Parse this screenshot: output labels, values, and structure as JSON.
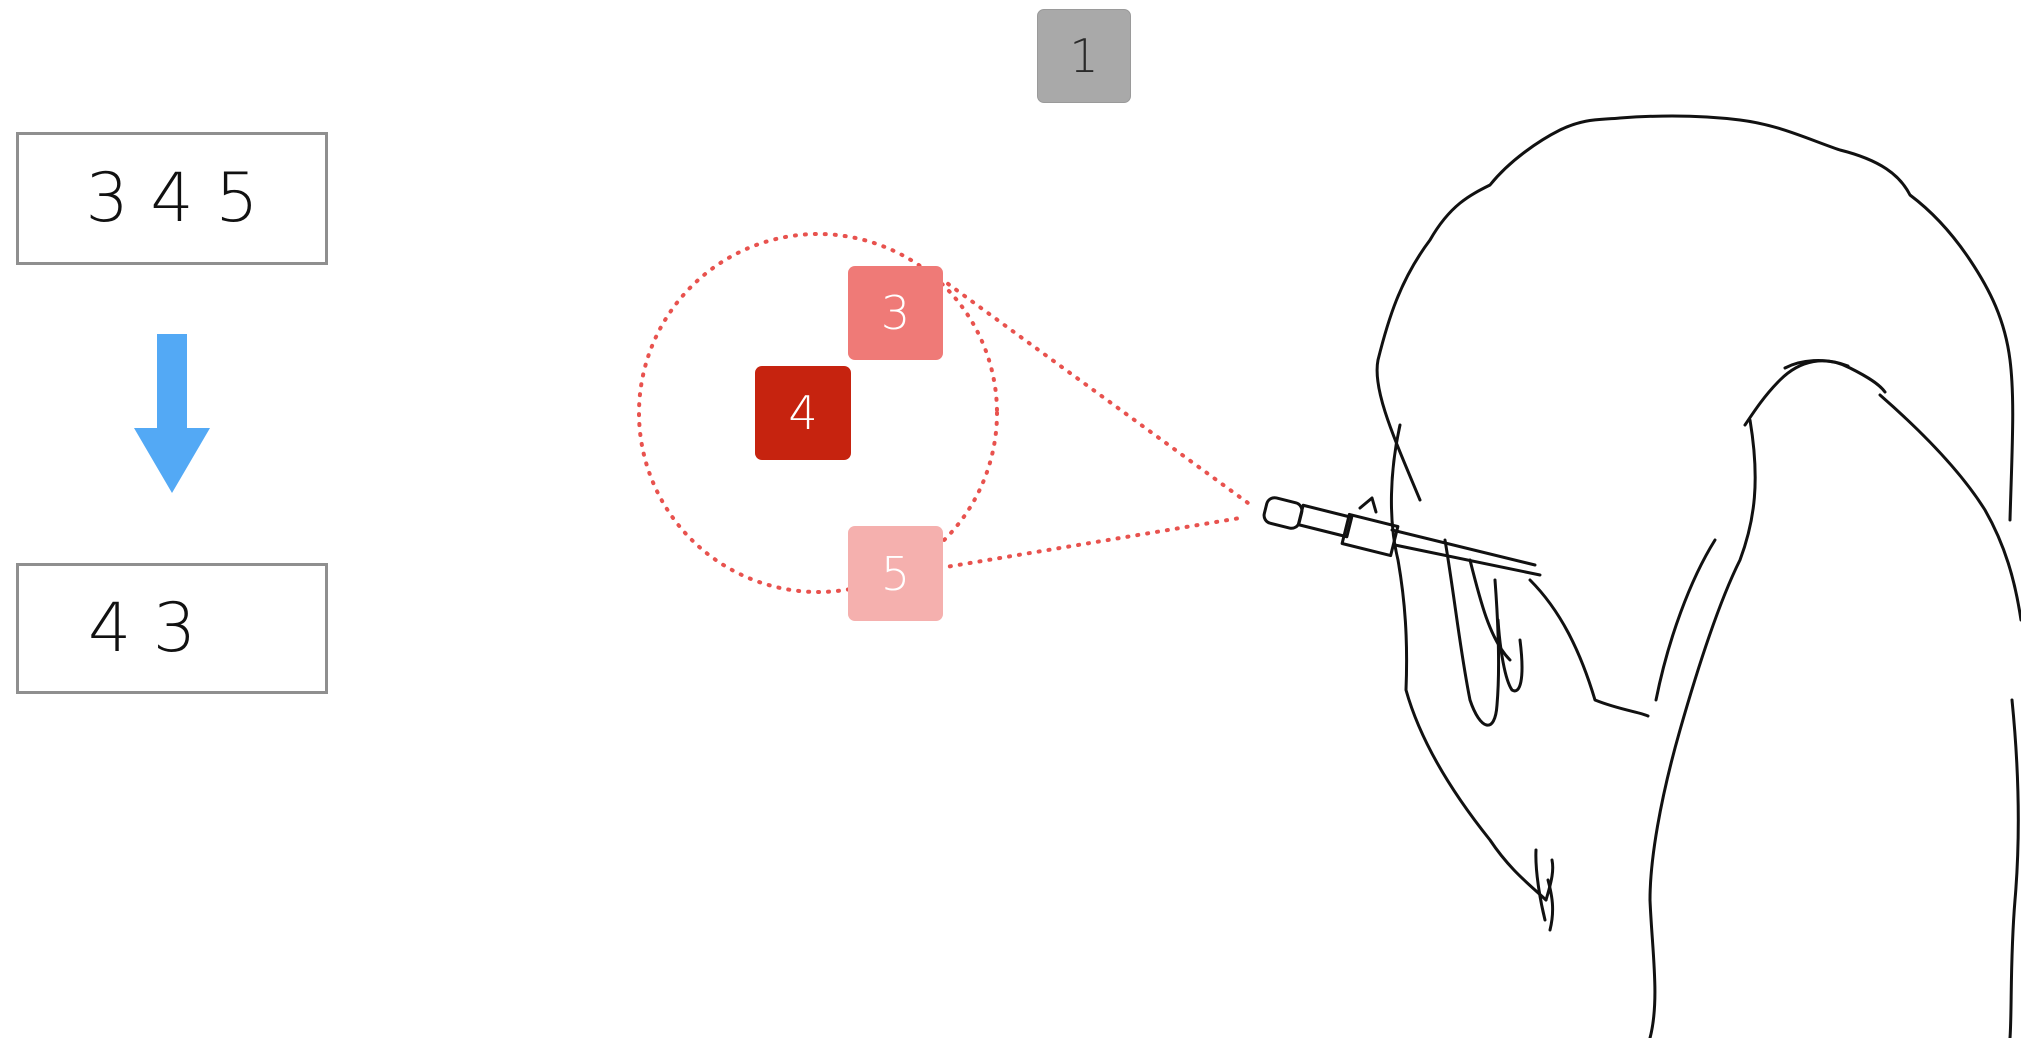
{
  "boxes": {
    "input_label": "3 4 5",
    "output_label": "4 3"
  },
  "tiles": {
    "top": "1",
    "a": "3",
    "b": "4",
    "c": "5"
  },
  "colors": {
    "tile_gray": "#a9a9a9",
    "tile_3": "#ef7a77",
    "tile_4": "#c6230f",
    "tile_5": "#f5b0ae",
    "arrow": "#53a9f5",
    "dotted": "#e8524e",
    "box_border": "#8f8f8f"
  },
  "icons": {
    "arrow": "arrow-down-icon",
    "figure": "person-with-microphone-illustration"
  }
}
